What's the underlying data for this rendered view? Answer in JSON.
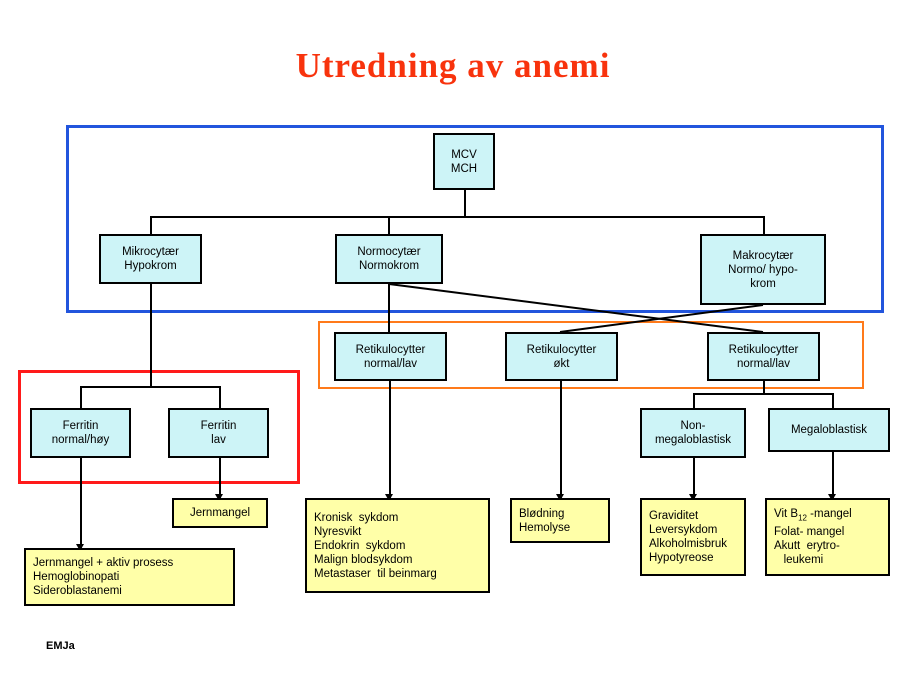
{
  "title": "Utredning  av anemi",
  "credit": "EMJa",
  "colors": {
    "title": "#f8330d",
    "box_cyan": "#cdf4f7",
    "box_yellow": "#ffffa8",
    "frame_blue": "#2255dd",
    "frame_red": "#ff1a1a",
    "frame_orange": "#ff7a1a",
    "border": "#000000"
  },
  "nodes": {
    "root": {
      "lines": [
        "MCV",
        "MCH"
      ]
    },
    "microcytic": {
      "lines": [
        "Mikrocytær",
        "Hypokrom"
      ]
    },
    "normocytic": {
      "lines": [
        "Normocytær",
        "Normokrom"
      ]
    },
    "macrocytic": {
      "lines": [
        "Makrocytær",
        "Normo/ hypo-",
        "krom"
      ]
    },
    "retic_normal_left": {
      "lines": [
        "Retikulocytter",
        "normal/lav"
      ]
    },
    "retic_increased": {
      "lines": [
        "Retikulocytter",
        "økt"
      ]
    },
    "retic_normal_right": {
      "lines": [
        "Retikulocytter",
        "normal/lav"
      ]
    },
    "ferritin_normal_high": {
      "lines": [
        "Ferritin",
        "normal/høy"
      ]
    },
    "ferritin_low": {
      "lines": [
        "Ferritin",
        "lav"
      ]
    },
    "non_megaloblastic": {
      "lines": [
        "Non-",
        "megaloblastisk"
      ]
    },
    "megaloblastic": {
      "lines": [
        "Megaloblastisk"
      ]
    },
    "result_iron_def": {
      "lines": [
        "Jernmangel"
      ]
    },
    "result_chronic": {
      "lines": [
        "Jernmangel + aktiv prosess",
        "Hemoglobinopati",
        "Sideroblastanemi"
      ]
    },
    "result_anemia_chronic_disease": {
      "lines": [
        "Kronisk  sykdom",
        "Nyresvikt",
        "Endokrin  sykdom",
        "Malign blodsykdom",
        "Metastaser  til beinmarg"
      ]
    },
    "result_bleeding": {
      "lines": [
        "Blødning",
        "Hemolyse"
      ]
    },
    "result_non_mega": {
      "lines": [
        "Graviditet",
        "Leversykdom",
        "Alkoholmisbruk",
        "Hypotyreose"
      ]
    },
    "result_mega": {
      "lines": [
        "Vit B12 -mangel",
        "Folat- mangel",
        "Akutt  erytro-",
        "   leukemi"
      ]
    }
  }
}
